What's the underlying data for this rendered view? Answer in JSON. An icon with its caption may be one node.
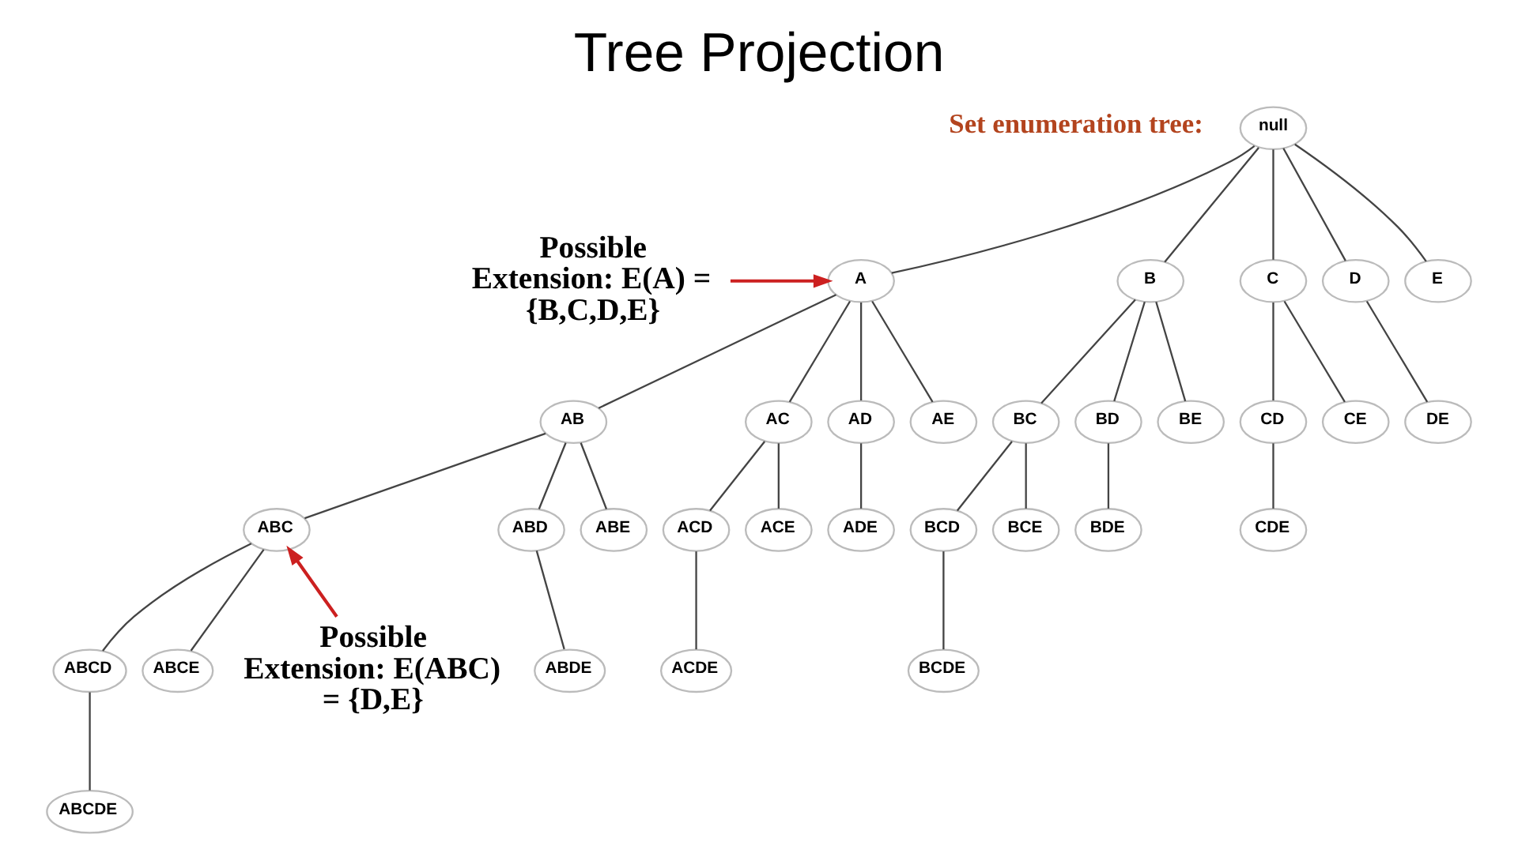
{
  "diagram": {
    "title": "Tree Projection",
    "nodes": [
      {
        "text": [
          "null"
        ]
      },
      {
        "text": [
          "Possible Extension: E(A) = {B,C,D,E}"
        ]
      },
      {
        "text": [
          "A"
        ]
      },
      {
        "text": [
          "B"
        ]
      },
      {
        "text": [
          "C"
        ]
      },
      {
        "text": [
          "D"
        ]
      },
      {
        "text": [
          "E"
        ]
      },
      {
        "text": [
          "AB"
        ]
      },
      {
        "text": [
          "AC"
        ]
      },
      {
        "text": [
          "AD"
        ]
      },
      {
        "text": [
          "AE"
        ]
      },
      {
        "text": [
          "BC"
        ]
      },
      {
        "text": [
          "BD"
        ]
      },
      {
        "text": [
          "BE"
        ]
      },
      {
        "text": [
          "CD"
        ]
      },
      {
        "text": [
          "CE"
        ]
      },
      {
        "text": [
          "DE"
        ]
      },
      {
        "text": [
          "ABC"
        ]
      },
      {
        "text": [
          "ABD"
        ]
      },
      {
        "text": [
          "ABE"
        ]
      },
      {
        "text": [
          "ACD"
        ]
      },
      {
        "text": [
          "ACE"
        ]
      },
      {
        "text": [
          "ADE"
        ]
      },
      {
        "text": [
          "BCD"
        ]
      },
      {
        "text": [
          "BCE"
        ]
      },
      {
        "text": [
          "BDE"
        ]
      },
      {
        "text": [
          "CDE"
        ]
      },
      {
        "text": [
          "Possible Extension: E(ABC) = {D,E}"
        ]
      },
      {
        "text": [
          "ABCD"
        ]
      },
      {
        "text": [
          "ABCE"
        ]
      },
      {
        "text": [
          "ABDE"
        ]
      },
      {
        "text": [
          "ACDE"
        ]
      },
      {
        "text": [
          "BCDE"
        ]
      },
      {
        "text": [
          "ABCDE"
        ]
      }
    ],
    "edges": [
      {
        "from": 0,
        "to": 2,
        "arrow": "none"
      },
      {
        "from": 0,
        "to": 3,
        "arrow": "none"
      },
      {
        "from": 0,
        "to": 4,
        "arrow": "none"
      },
      {
        "from": 0,
        "to": 5,
        "arrow": "none"
      },
      {
        "from": 0,
        "to": 6,
        "arrow": "none"
      },
      {
        "from": 2,
        "to": 7,
        "arrow": "none"
      },
      {
        "from": 2,
        "to": 8,
        "arrow": "none"
      },
      {
        "from": 2,
        "to": 9,
        "arrow": "none"
      },
      {
        "from": 2,
        "to": 10,
        "arrow": "none"
      },
      {
        "from": 3,
        "to": 11,
        "arrow": "none"
      },
      {
        "from": 3,
        "to": 12,
        "arrow": "none"
      },
      {
        "from": 3,
        "to": 13,
        "arrow": "none"
      },
      {
        "from": 4,
        "to": 14,
        "arrow": "none"
      },
      {
        "from": 4,
        "to": 15,
        "arrow": "none"
      },
      {
        "from": 5,
        "to": 16,
        "arrow": "none"
      },
      {
        "from": 7,
        "to": 17,
        "arrow": "none"
      },
      {
        "from": 7,
        "to": 18,
        "arrow": "none"
      },
      {
        "from": 7,
        "to": 19,
        "arrow": "none"
      },
      {
        "from": 8,
        "to": 20,
        "arrow": "none"
      },
      {
        "from": 8,
        "to": 21,
        "arrow": "none"
      },
      {
        "from": 9,
        "to": 22,
        "arrow": "none"
      },
      {
        "from": 11,
        "to": 23,
        "arrow": "none"
      },
      {
        "from": 11,
        "to": 24,
        "arrow": "none"
      },
      {
        "from": 12,
        "to": 25,
        "arrow": "none"
      },
      {
        "from": 14,
        "to": 26,
        "arrow": "none"
      },
      {
        "from": 17,
        "to": 28,
        "arrow": "none"
      },
      {
        "from": 17,
        "to": 29,
        "arrow": "none"
      },
      {
        "from": 18,
        "to": 30,
        "arrow": "none"
      },
      {
        "from": 20,
        "to": 31,
        "arrow": "none"
      },
      {
        "from": 23,
        "to": 32,
        "arrow": "none"
      },
      {
        "from": 28,
        "to": 33,
        "arrow": "none"
      },
      {
        "from": 1,
        "to": 2,
        "arrow": "to",
        "color": "#cc2020"
      },
      {
        "from": 27,
        "to": 17,
        "arrow": "to",
        "color": "#cc2020"
      }
    ],
    "labels": [
      "Set enumeration tree:"
    ]
  }
}
